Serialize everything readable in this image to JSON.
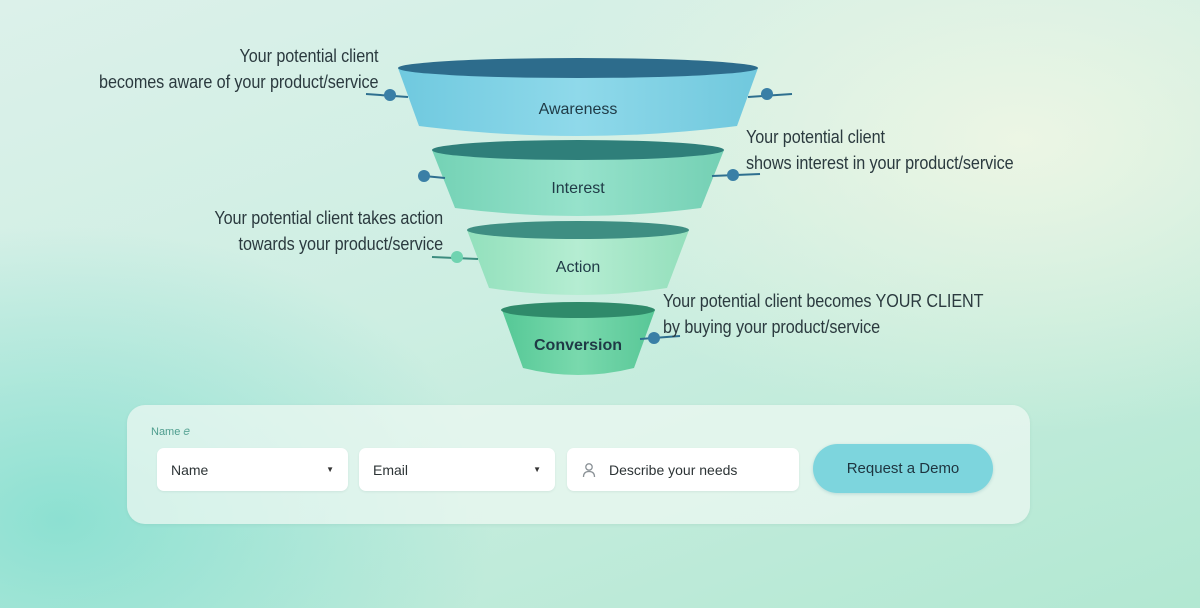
{
  "funnel": {
    "stages": [
      {
        "label": "Awareness"
      },
      {
        "label": "Interest"
      },
      {
        "label": "Action"
      },
      {
        "label": "Conversion"
      }
    ],
    "annotations": [
      {
        "line1": "Your potential client",
        "line2": "becomes aware of your product/service"
      },
      {
        "line1": "Your potential client",
        "line2": "shows interest in your product/service"
      },
      {
        "line1": "Your potential client takes action",
        "line2": "towards your product/service"
      },
      {
        "line1": "Your potential client becomes YOUR CLIENT",
        "line2": "by buying your product/service"
      }
    ],
    "colors": {
      "awareness": "#80d3e6",
      "interest": "#86dcc2",
      "action": "#a7e7c6",
      "conversion": "#68d1a3",
      "connector": "#2e6f8f"
    }
  },
  "form": {
    "label": "Name",
    "label_icon": "swirl-icon",
    "name_field": {
      "placeholder": "Name"
    },
    "email_field": {
      "placeholder": "Email"
    },
    "needs_field": {
      "placeholder": "Describe your needs",
      "icon": "user-icon"
    },
    "submit_label": "Request a Demo"
  }
}
